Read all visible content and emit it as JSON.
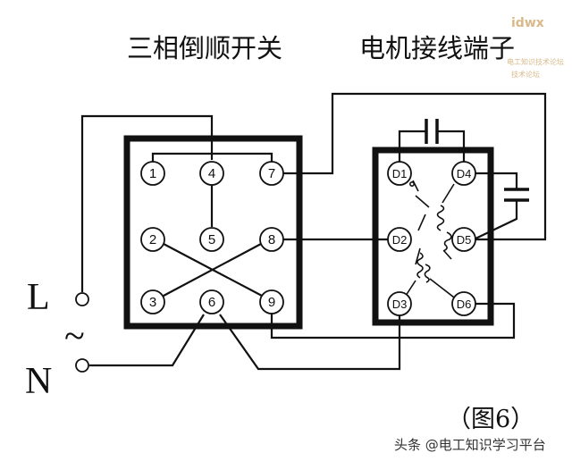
{
  "title_switch": "三相倒顺开关",
  "title_motor": "电机接线端子",
  "watermark_logo": "idwx",
  "watermark_line1": "电工知识技术论坛",
  "watermark_line2": "技术论坛",
  "label_L": "L",
  "label_N": "N",
  "tilde": "~",
  "switch_terminals": [
    "1",
    "2",
    "3",
    "4",
    "5",
    "6",
    "7",
    "8",
    "9"
  ],
  "motor_terminals": [
    "D1",
    "D2",
    "D3",
    "D4",
    "D5",
    "D6"
  ],
  "figure_caption": "（图6）",
  "credit": "头条 @电工知识学习平台"
}
